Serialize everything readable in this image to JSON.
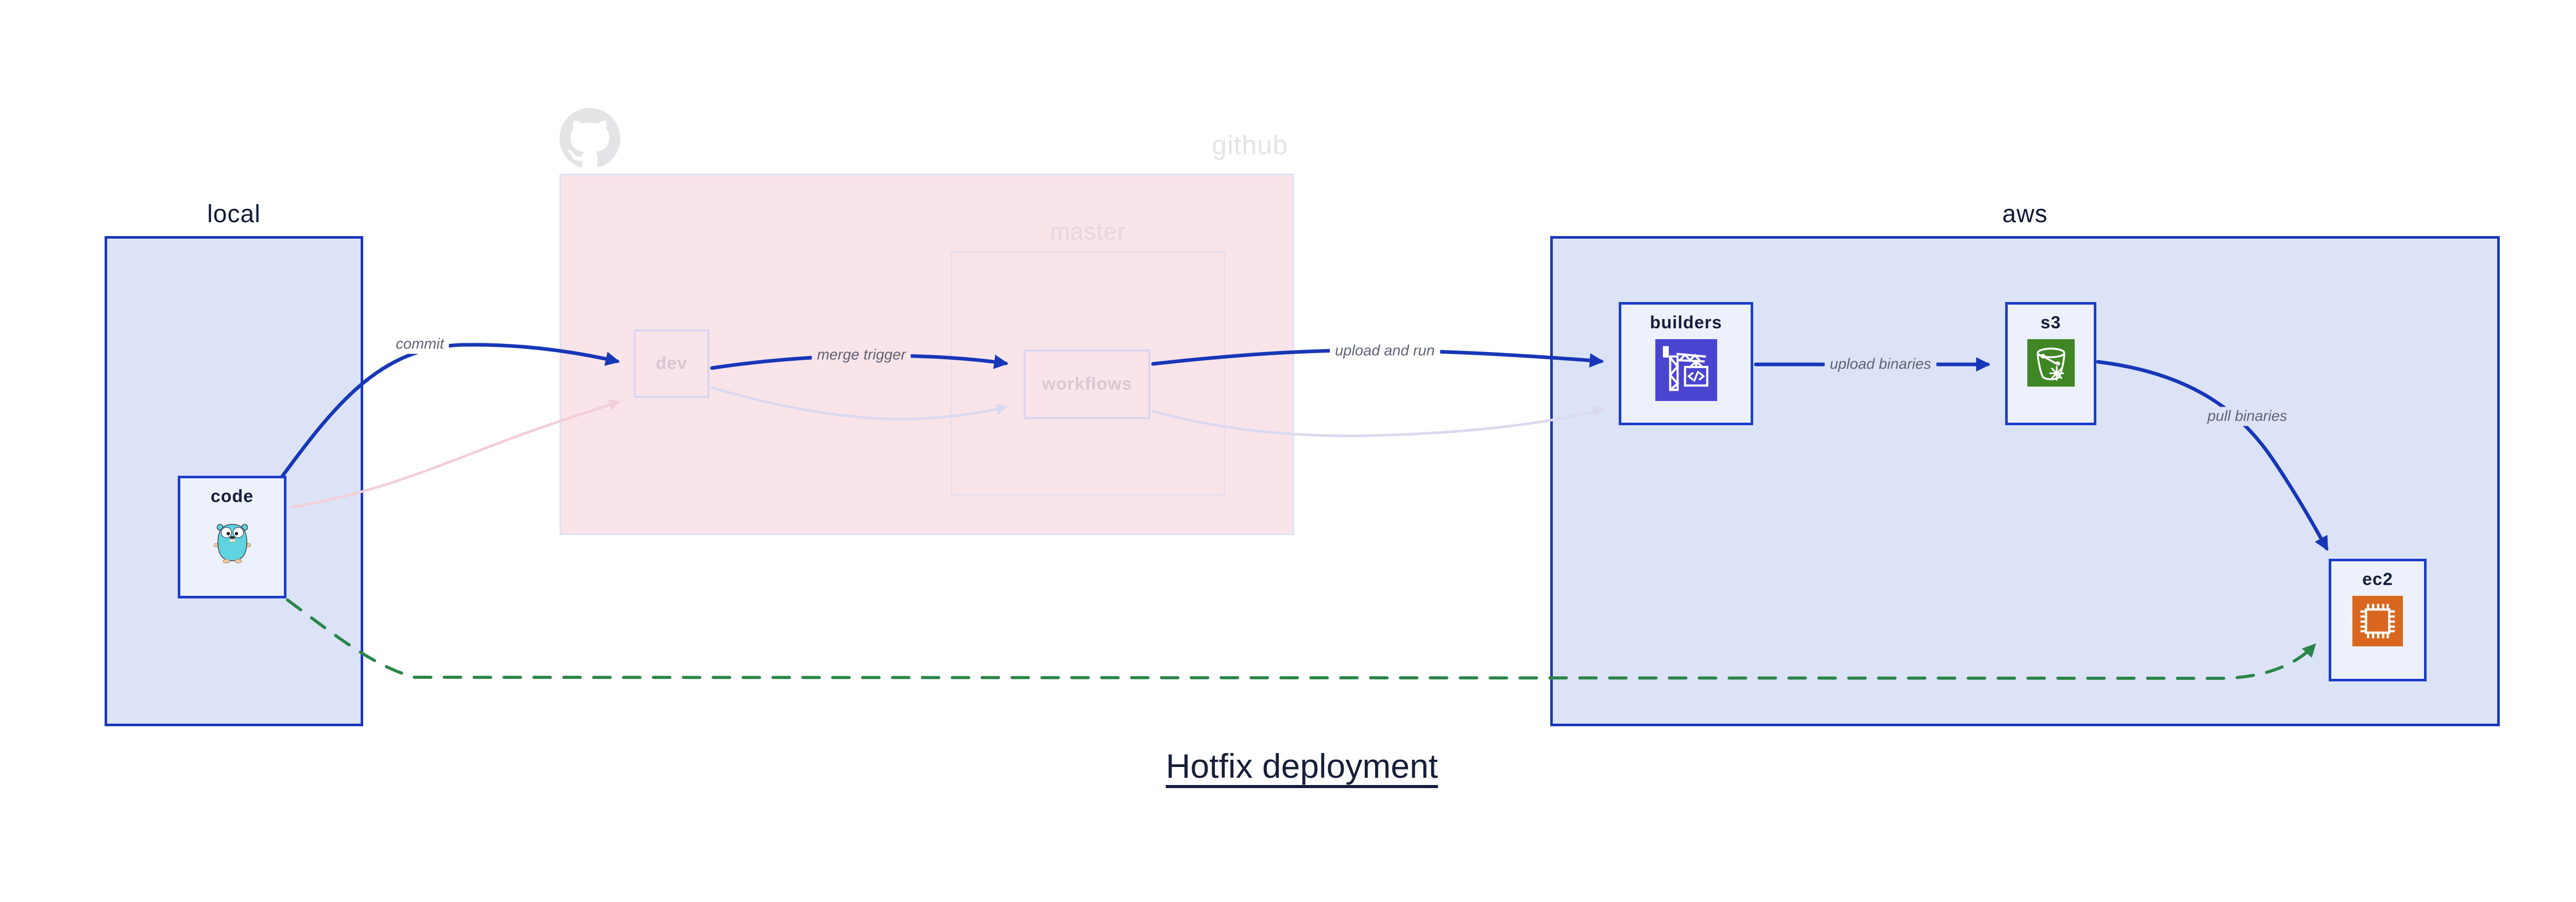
{
  "diagram": {
    "title": "Hotfix deployment",
    "groups": {
      "local": {
        "label": "local"
      },
      "github": {
        "label": "github"
      },
      "master": {
        "label": "master"
      },
      "aws": {
        "label": "aws"
      }
    },
    "nodes": {
      "code": {
        "label": "code",
        "icon": "go-gopher-icon"
      },
      "dev": {
        "label": "dev"
      },
      "workflows": {
        "label": "workflows"
      },
      "builders": {
        "label": "builders",
        "icon": "codebuild-crane-icon"
      },
      "s3": {
        "label": "s3",
        "icon": "s3-glacier-bucket-icon"
      },
      "ec2": {
        "label": "ec2",
        "icon": "ec2-chip-icon"
      }
    },
    "edges": {
      "commit": {
        "label": "commit",
        "from": "code",
        "to": "dev",
        "style": "solid-blue"
      },
      "merge_trigger": {
        "label": "merge trigger",
        "from": "dev",
        "to": "workflows",
        "style": "solid-blue"
      },
      "upload_and_run": {
        "label": "upload and run",
        "from": "workflows",
        "to": "builders",
        "style": "solid-blue"
      },
      "upload_binaries": {
        "label": "upload binaries",
        "from": "builders",
        "to": "s3",
        "style": "solid-blue"
      },
      "pull_binaries": {
        "label": "pull binaries",
        "from": "s3",
        "to": "ec2",
        "style": "solid-blue"
      },
      "code_dev_faded": {
        "label": "",
        "from": "code",
        "to": "dev",
        "style": "faded-pink"
      },
      "dev_workflows_faded": {
        "label": "",
        "from": "dev",
        "to": "workflows",
        "style": "faded-lavender"
      },
      "workflows_builders_faded": {
        "label": "",
        "from": "workflows",
        "to": "builders",
        "style": "faded-lavender"
      },
      "hotfix_direct": {
        "label": "",
        "from": "code",
        "to": "ec2",
        "style": "dashed-green"
      }
    },
    "colors": {
      "active_edge_blue": "#1737b8",
      "container_border_blue": "#1838b8",
      "container_fill": "#dce3f7",
      "node_fill": "#edf1fb",
      "github_fill": "#f9e4ea",
      "faded_pink_edge": "#f3ced9",
      "faded_lavender_edge": "#dbd9f0",
      "hotfix_green": "#2b8549",
      "builders_icon_bg": "#4a44d0",
      "s3_icon_bg": "#3f8624",
      "ec2_icon_bg": "#d9671f",
      "gopher_teal": "#5fd4e0",
      "edge_label_text": "#5d6472",
      "heading_text": "#101736"
    }
  }
}
